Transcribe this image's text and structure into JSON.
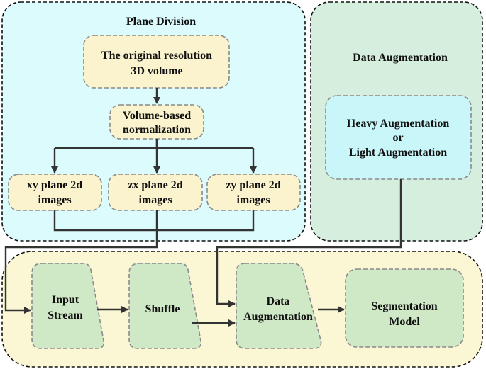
{
  "plane_division": {
    "title": "Plane Division",
    "original_box": [
      "The original resolution",
      "3D volume"
    ],
    "normalization_box": [
      "Volume-based",
      "normalization"
    ],
    "xy_box": [
      "xy plane 2d",
      "images"
    ],
    "zx_box": [
      "zx plane 2d",
      "images"
    ],
    "zy_box": [
      "zy plane 2d",
      "images"
    ]
  },
  "data_augmentation_panel": {
    "title": "Data Augmentation",
    "aug_box": [
      "Heavy Augmentation",
      "or",
      "Light Augmentation"
    ]
  },
  "pipeline": {
    "input_stream": [
      "Input",
      "Stream"
    ],
    "shuffle": [
      "Shuffle"
    ],
    "data_augmentation": [
      "Data",
      "Augmentation"
    ],
    "segmentation_model": [
      "Segmentation",
      "Model"
    ]
  },
  "colors": {
    "plane_panel": "#dcfbfc",
    "aug_panel": "#d5eedd",
    "pipeline_panel": "#fbf7d4",
    "cream_box": "#fbf3cd",
    "cyan_box": "#c9f6f9",
    "green_box": "#cfe8c6"
  }
}
